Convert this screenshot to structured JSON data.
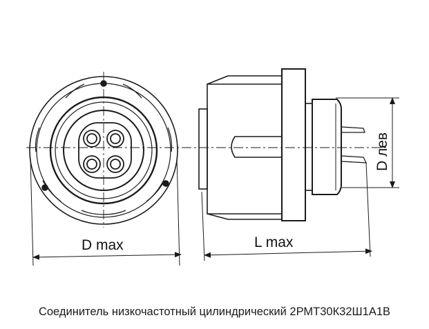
{
  "labels": {
    "d_max": "D max",
    "l_max": "L max",
    "d_lev": "D лев"
  },
  "caption": "Соединитель низкочастотный цилиндрический 2РМТ30К32Ш1А1В",
  "colors": {
    "line": "#1a1a1a",
    "background": "#ffffff"
  }
}
